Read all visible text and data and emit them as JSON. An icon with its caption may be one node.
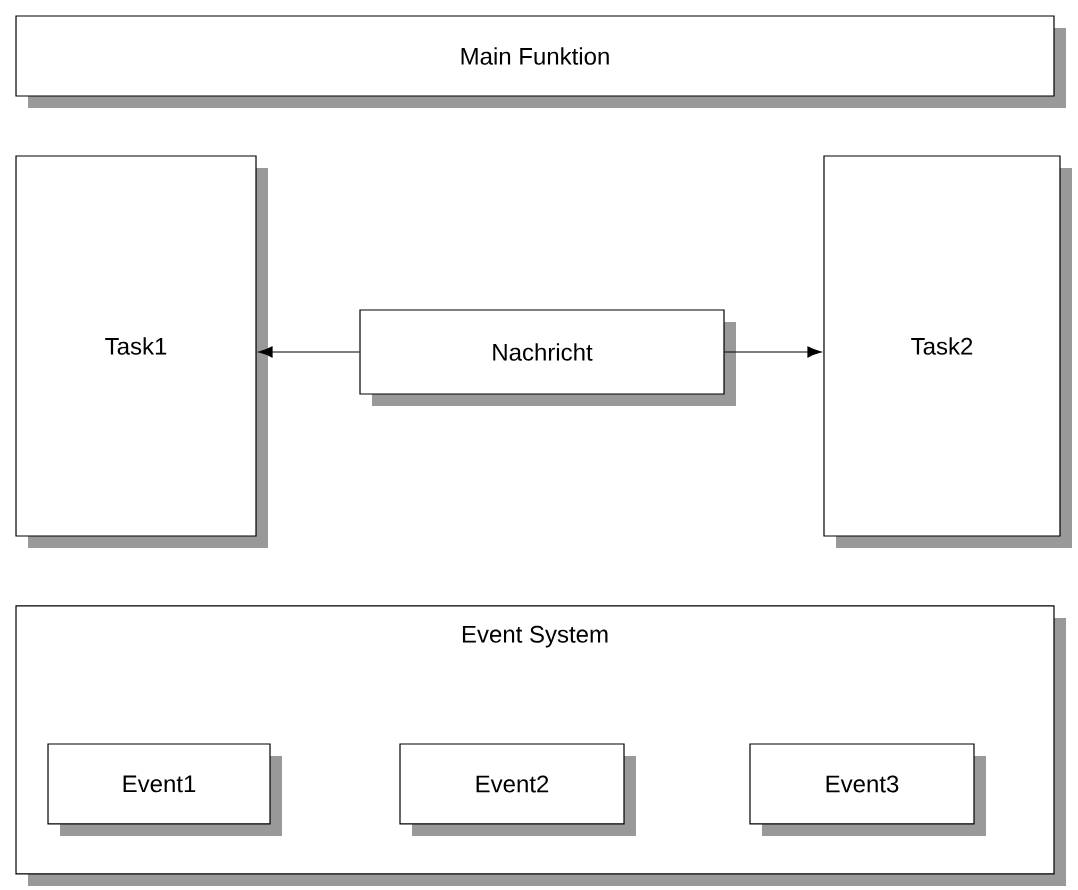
{
  "diagram": {
    "nodes": [
      {
        "text": [
          "Main Funktion"
        ]
      },
      {
        "text": [
          "Task1"
        ]
      },
      {
        "text": [
          "Nachricht"
        ]
      },
      {
        "text": [
          "Task2"
        ]
      },
      {
        "text": [
          "Event System"
        ]
      },
      {
        "text": [
          "Event1"
        ],
        "in": 4
      },
      {
        "text": [
          "Event2"
        ],
        "in": 4
      },
      {
        "text": [
          "Event3"
        ],
        "in": 4
      }
    ],
    "edges": [
      {
        "from": 2,
        "to": 1,
        "arrow": "to"
      },
      {
        "from": 2,
        "to": 3,
        "arrow": "to"
      }
    ]
  }
}
